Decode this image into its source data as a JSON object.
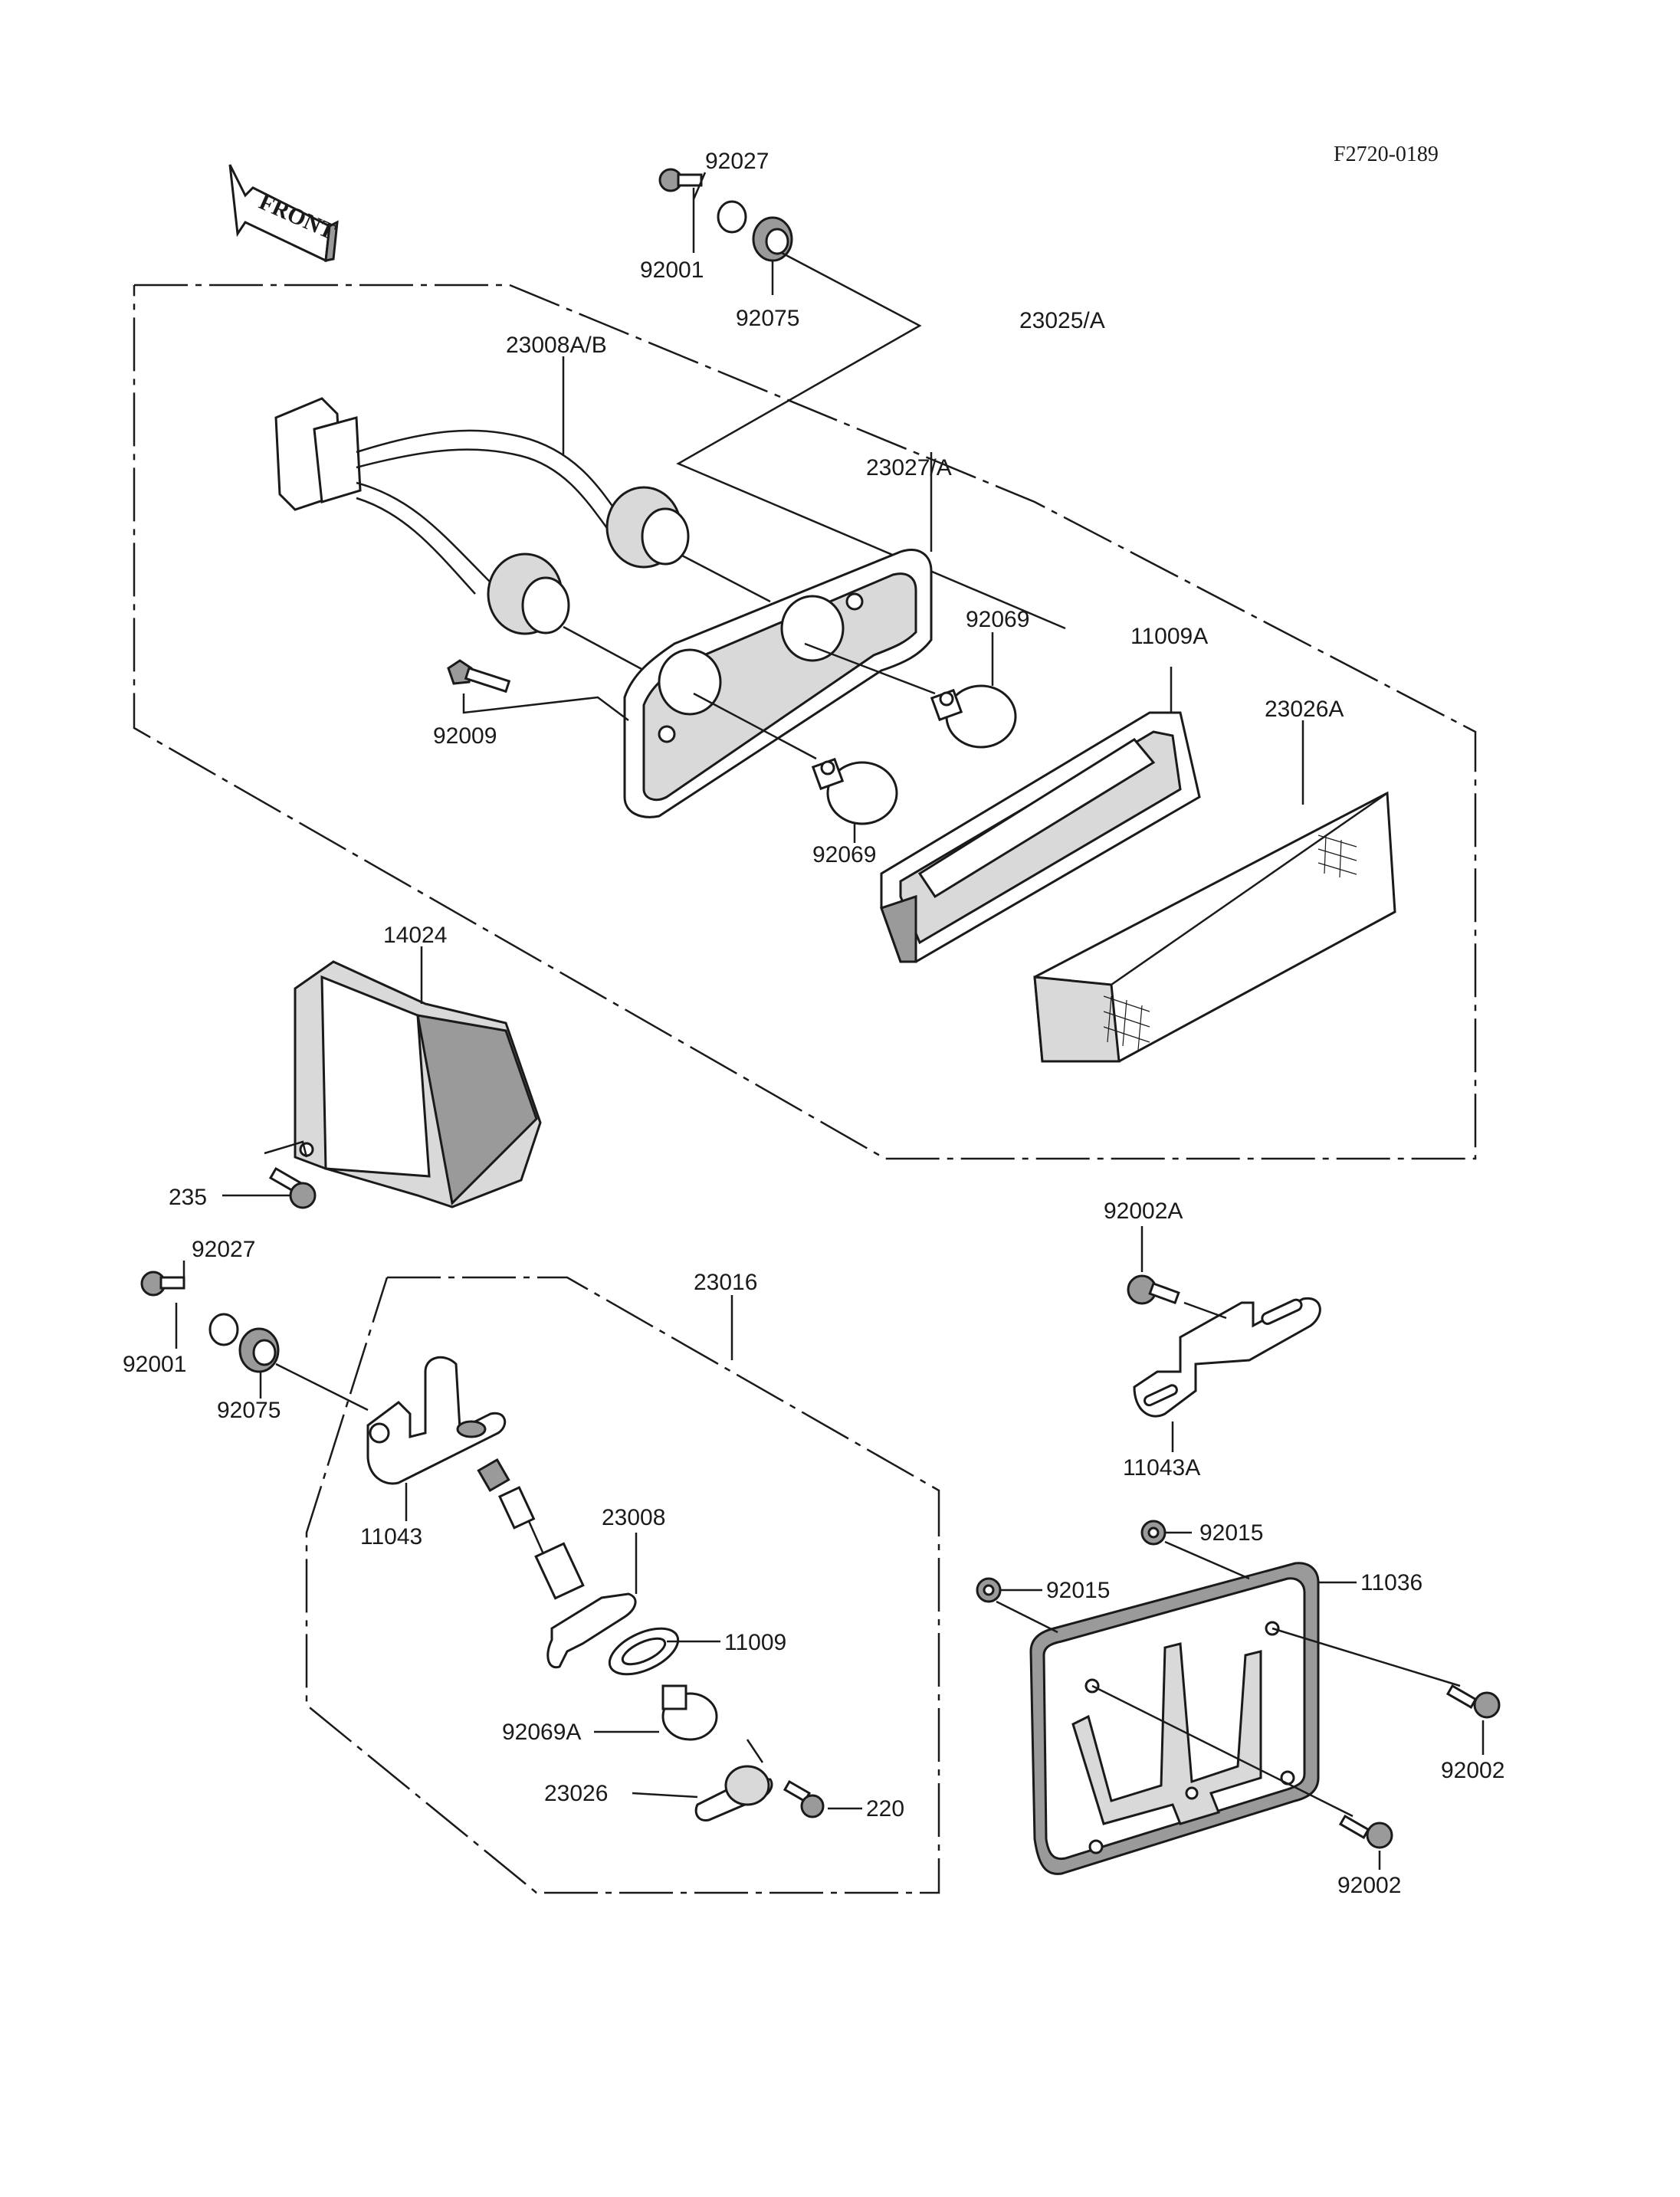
{
  "figure_number": "F2720-0189",
  "front_label": "FRONT",
  "labels": {
    "l92027_top": "92027",
    "l92001_top": "92001",
    "l92075_top": "92075",
    "l23008AB": "23008A/B",
    "l23025A": "23025/A",
    "l23027A": "23027/A",
    "l92069_r": "92069",
    "l11009A": "11009A",
    "l23026A": "23026A",
    "l92009": "92009",
    "l92069_b": "92069",
    "l14024": "14024",
    "l235": "235",
    "l92002A": "92002A",
    "l92027_bot": "92027",
    "l92001_bot": "92001",
    "l92075_bot": "92075",
    "l23016": "23016",
    "l11043A": "11043A",
    "l11043": "11043",
    "l23008": "23008",
    "l92015_a": "92015",
    "l92015_b": "92015",
    "l11036": "11036",
    "l11009": "11009",
    "l92069A": "92069A",
    "l92002_r": "92002",
    "l23026": "23026",
    "l220": "220",
    "l92002_b": "92002"
  }
}
